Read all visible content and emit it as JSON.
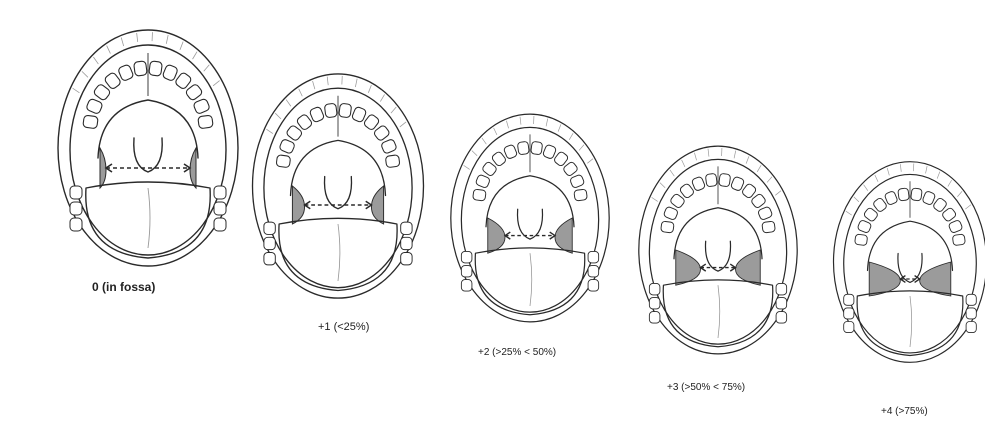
{
  "figure": {
    "grades": [
      {
        "label": "0 (in fossa)",
        "tonsil_occupancy": 0.0
      },
      {
        "label": "+1 (<25%)",
        "tonsil_occupancy": 0.2
      },
      {
        "label": "+2 (>25% < 50%)",
        "tonsil_occupancy": 0.4
      },
      {
        "label": "+3 (>50% < 75%)",
        "tonsil_occupancy": 0.65
      },
      {
        "label": "+4 (>75%)",
        "tonsil_occupancy": 0.9
      }
    ],
    "colors": {
      "line": "#2a2a2a",
      "shade": "#7a7a7a",
      "background": "#ffffff"
    }
  }
}
